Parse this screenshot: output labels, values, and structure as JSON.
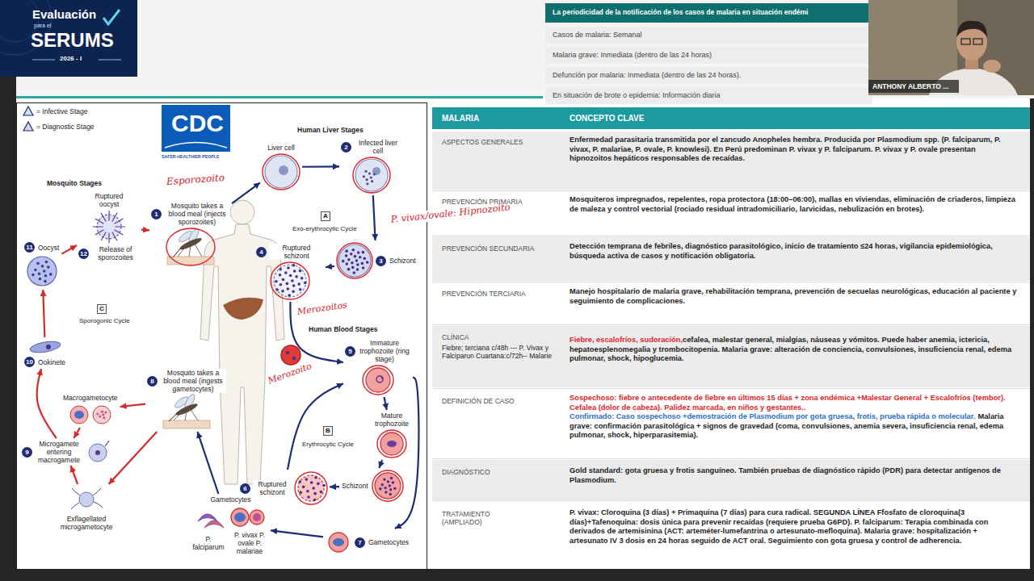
{
  "diagram": {
    "nodes": [
      {
        "text": [
          "1",
          "Mosquito takes a blood meal (injects sporozoites)"
        ]
      },
      {
        "text": [
          "Liver cell"
        ]
      },
      {
        "text": [
          "2",
          "Infected liver cell"
        ]
      },
      {
        "text": [
          "3",
          "Schizont"
        ]
      },
      {
        "text": [
          "4",
          "Ruptured schizont"
        ]
      },
      {
        "text": [
          "5",
          "Immature trophozoite (ring stage)"
        ]
      },
      {
        "text": [
          "Mature trophozoite"
        ]
      },
      {
        "text": [
          "Schizont"
        ]
      },
      {
        "text": [
          "6",
          "Ruptured schizont"
        ]
      },
      {
        "text": [
          "7",
          "Gametocytes"
        ]
      },
      {
        "text": [
          "Gametocytes",
          "P. falciparum",
          "P. vivax P. ovale P. malariae"
        ]
      },
      {
        "text": [
          "8",
          "Mosquito takes a blood meal (ingests gametocytes)"
        ]
      },
      {
        "text": [
          "Macrogametocyte"
        ]
      },
      {
        "text": [
          "9",
          "Microgamete entering macrogamete"
        ]
      },
      {
        "text": [
          "Exflagellated microgametocyte"
        ]
      },
      {
        "text": [
          "10",
          "Ookinete"
        ]
      },
      {
        "text": [
          "11",
          "Oocyst"
        ]
      },
      {
        "text": [
          "Ruptured oocyst",
          "12",
          "Release of sporozoites"
        ]
      }
    ],
    "edges": [
      {
        "from": 0,
        "to": 1,
        "arrow": "to"
      },
      {
        "from": 1,
        "to": 2,
        "arrow": "to"
      },
      {
        "from": 2,
        "to": 3,
        "arrow": "to"
      },
      {
        "from": 3,
        "to": 4,
        "arrow": "to"
      },
      {
        "from": 4,
        "to": 5,
        "arrow": "to"
      },
      {
        "from": 5,
        "to": 6,
        "arrow": "to"
      },
      {
        "from": 6,
        "to": 7,
        "arrow": "to"
      },
      {
        "from": 7,
        "to": 8,
        "arrow": "to"
      },
      {
        "from": 8,
        "to": 5,
        "arrow": "to"
      },
      {
        "from": 5,
        "to": 9,
        "arrow": "to"
      },
      {
        "from": 9,
        "to": 10,
        "arrow": "to"
      },
      {
        "from": 10,
        "to": 11,
        "arrow": "to"
      },
      {
        "from": 11,
        "to": 12,
        "arrow": "to"
      },
      {
        "from": 11,
        "to": 14,
        "arrow": "to"
      },
      {
        "from": 12,
        "to": 13,
        "arrow": "to"
      },
      {
        "from": 14,
        "to": 13,
        "arrow": "to"
      },
      {
        "from": 13,
        "to": 15,
        "arrow": "to"
      },
      {
        "from": 15,
        "to": 16,
        "arrow": "to"
      },
      {
        "from": 16,
        "to": 17,
        "arrow": "to"
      },
      {
        "from": 17,
        "to": 0,
        "arrow": "to"
      }
    ],
    "labels": [
      "Evaluación",
      "para el",
      "SERUMS",
      "2026 - I",
      "La periodicidad de la notificación de los casos de malaria en situación endémi",
      "Casos de malaria: Semanal",
      "Malaria grave: Inmediata (dentro de las 24 horas)",
      "Defunción por malaria: Inmediata (dentro de las 24 horas).",
      "En situación de brote o epidemia: Información diaria",
      "ANTHONY ALBERTO ...",
      "CDC",
      "SAFER·HEALTHIER·PEOPLE",
      "Esporozoito",
      "Human Liver Stages",
      "Mosquito Stages",
      "A",
      "Exo-erythrocytic Cycle",
      "P. vivax/ovale: Hipnozoito",
      "Merozoitos",
      "Human Blood Stages",
      "C",
      "Sporogonic Cycle",
      "B",
      "Erythrocytic Cycle",
      "Merozoito",
      "MALARIA",
      "CONCEPTO CLAVE",
      "ASPECTOS GENERALES",
      "Enfermedad parasitaria transmitida por el zancudo Anopheles hembra. Producida por Plasmodium spp. (P. falciparum, P. vivax, P. malariae, P. ovale, P. knowlesi). En Perú predominan P. vivax y P. falciparum. P. vivax y P. ovale presentan hipnozoitos hepáticos responsables de recaídas.",
      "PREVENCIÓN PRIMARIA",
      "Mosquiteros impregnados, repelentes, ropa protectora (18:00–06:00), mallas en viviendas, eliminación de criaderos, limpieza de maleza y control vectorial (rociado residual intradomiciliario, larvicidas, nebulización en brotes).",
      "PREVENCIÓN SECUNDARIA",
      "Detección temprana de febriles, diagnóstico parasitológico, inicio de tratamiento ≤24 horas, vigilancia epidemiológica, búsqueda activa de casos y notificación obligatoria.",
      "PREVENCIÓN TERCIARIA",
      "Manejo hospitalario de malaria grave, rehabilitación temprana, prevención de secuelas neurológicas, educación al paciente y seguimiento de complicaciones.",
      "CLÍNICA",
      "Fiebre; terciana c/48h --- P. Vivax y Falciparun Cuartana:c/72h-- Malarie",
      "Fiebre, escalofríos, sudoración,",
      "cefalea, malestar general, mialgias, náuseas y vómitos. Puede haber anemia, ictericia, hepatoesplenomegalia y trombocitopenia. Malaria grave: alteración de conciencia, convulsiones, insuficiencia renal, edema pulmonar, shock, hipoglucemia.",
      "DEFINICIÓN DE CASO",
      "Sospechoso: fiebre o antecedente de fiebre en últimos 15 días + zona endémica +Malestar General + Escalofríos (tembor). Cefalea (dolor de cabeza). Palidez marcada, en niños y gestantes..",
      "Confirmado: Caso sospechoso +demostración de Plasmodium por gota gruesa, frotis, prueba rápida o molecular.",
      "Malaria grave: confirmación parasitológica + signos de gravedad (coma, convulsiones, anemia severa, insuficiencia renal, edema pulmonar, shock, hiperparasitemia).",
      "DIAGNÓSTICO",
      "Gold standard: gota gruesa y frotis sanguíneo. También pruebas de diagnóstico rápido (PDR) para detectar antígenos de Plasmodium.",
      "TRATAMIENTO (AMPLIADO)",
      "P. vivax: Cloroquina (3 días) + Primaquina (7 días) para cura radical. SEGUNDA LÍNEA Ffosfato de cloroquina(3 días)+Tafenoquina: dosis única para prevenir recaídas (requiere prueba G6PD). P. falciparum: Terapia combinada con derivados de artemisinina (ACT: arteméter-lumefantrina o artesunato-mefloquina). Malaria grave: hospitalización + artesunato IV 3 dosis en 24 horas seguido de ACT oral. Seguimiento con gota gruesa y control de adherencia."
    ],
    "legend": [
      {
        "text": "= Infective Stage"
      },
      {
        "text": "= Diagnostic Stage"
      }
    ]
  }
}
